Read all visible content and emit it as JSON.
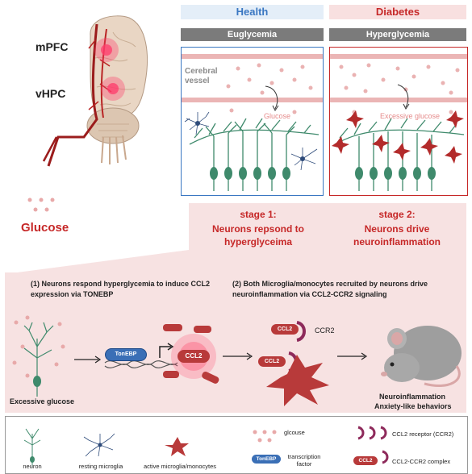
{
  "header": {
    "health_label": "Health",
    "diabetes_label": "Diabetes",
    "euglycemia_label": "Euglycemia",
    "hyperglycemia_label": "Hyperglycemia"
  },
  "brain": {
    "mpfc_label": "mPFC",
    "vhpc_label": "vHPC",
    "glucose_label": "Glucose"
  },
  "health_panel": {
    "vessel_label": "Cerebral vessel",
    "glucose_label": "Glucose"
  },
  "diabetes_panel": {
    "glucose_label": "Excessive glucose"
  },
  "stages": {
    "stage1_title": "stage 1:",
    "stage1_text": "Neurons repsond to hyperglyceima",
    "stage2_title": "stage 2:",
    "stage2_text": "Neurons drive neuroinflammation"
  },
  "mechanism": {
    "step1_text": "(1) Neurons respond hyperglycemia to induce CCL2 expression via TONEBP",
    "step2_text": "(2) Both Microglia/monocytes recruited by neurons drive neuroinflammation  via CCL2-CCR2 signaling",
    "excessive_glucose_label": "Excessive glucose",
    "tonebp_label": "TonEBP",
    "ccl2_label": "CCL2",
    "ccr2_label": "CCR2",
    "outcome_line1": "Neuroinflammation",
    "outcome_line2": "Anxiety-like behaviors"
  },
  "legend": {
    "neuron": "neuron",
    "resting_microglia": "resting microglia",
    "active_microglia": "active microglia/monocytes",
    "glucose": "glcouse",
    "tonebp": "TonEBP",
    "transcription_factor": "transcription factor",
    "ccr2_receptor": "CCL2 receptor (CCR2)",
    "ccl2": "CCL2",
    "ccl2_ccr2_complex": "CCL2-CCR2 complex"
  },
  "colors": {
    "health": "#3a77c2",
    "diabetes": "#c62828",
    "health_bg": "#e4eef8",
    "diabetes_bg": "#f8e0e0",
    "pink_bg": "#f7e2e2",
    "neuron_green": "#3f8a6c",
    "ccl2_red": "#b83a3a"
  }
}
